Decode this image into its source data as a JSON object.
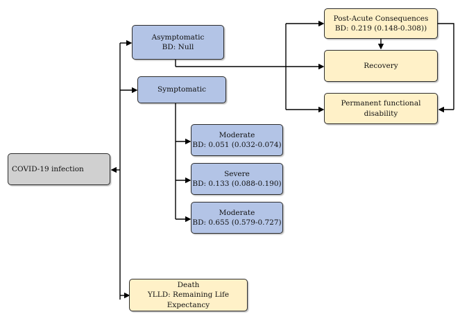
{
  "colors": {
    "gray": "#d0d0d0",
    "blue": "#b3c4e6",
    "yellow": "#fff1c8",
    "line": "#000000"
  },
  "nodes": {
    "covid": {
      "line1": "COVID-19 infection"
    },
    "asymptomatic": {
      "line1": "Asymptomatic",
      "line2": "BD: Null"
    },
    "symptomatic": {
      "line1": "Symptomatic"
    },
    "moderate_1": {
      "line1": "Moderate",
      "line2": "BD: 0.051 (0.032-0.074)"
    },
    "severe": {
      "line1": "Severe",
      "line2": "BD: 0.133 (0.088-0.190)"
    },
    "moderate_2": {
      "line1": "Moderate",
      "line2": "BD: 0.655 (0.579-0.727)"
    },
    "death": {
      "line1": "Death",
      "line2": "YLLD: Remaining Life",
      "line3": "Expectancy"
    },
    "post_acute": {
      "line1": "Post-Acute Consequences",
      "line2": "BD: 0.219 (0.148-0.308))"
    },
    "recovery": {
      "line1": "Recovery"
    },
    "permanent": {
      "line1": "Permanent functional",
      "line2": "disability"
    }
  }
}
